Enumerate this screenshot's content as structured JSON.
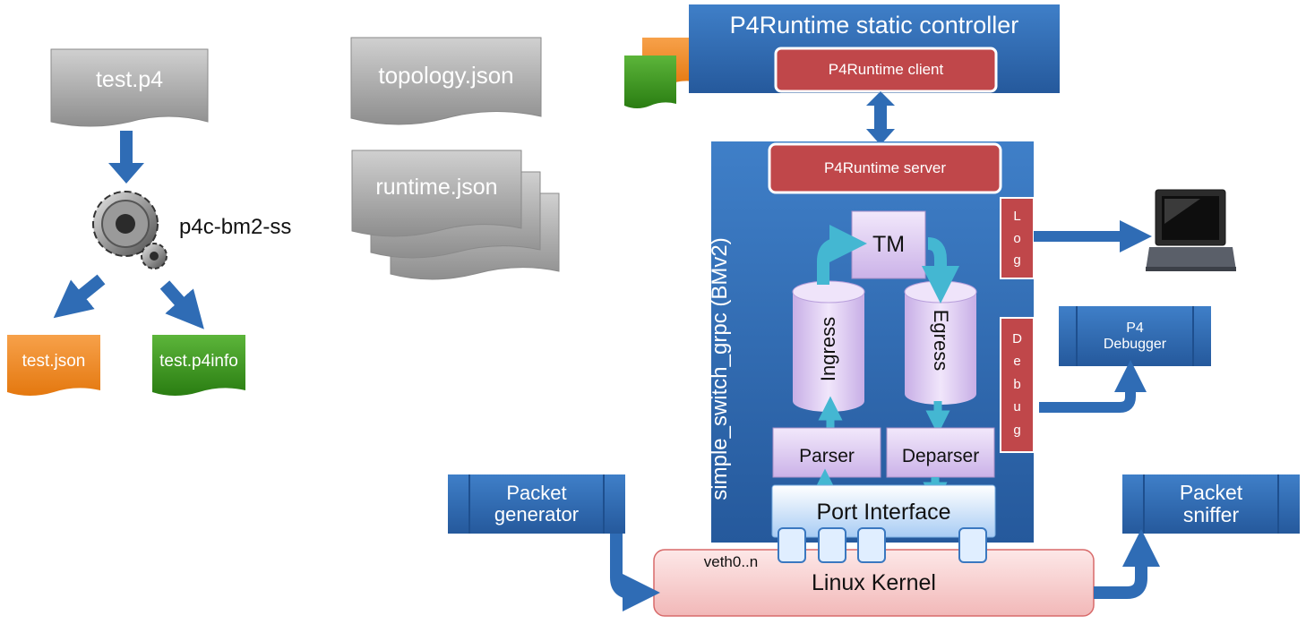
{
  "files": {
    "test_p4": "test.p4",
    "topology": "topology.json",
    "runtime": "runtime.json",
    "test_json": "test.json",
    "test_p4info": "test.p4info"
  },
  "compiler": {
    "label": "p4c-bm2-ss"
  },
  "controller": {
    "title": "P4Runtime static controller",
    "client": "P4Runtime client"
  },
  "switch": {
    "server": "P4Runtime server",
    "name": "simple_switch_grpc  (BMv2)",
    "tm": "TM",
    "ingress": "Ingress",
    "egress": "Egress",
    "parser": "Parser",
    "deparser": "Deparser",
    "port_interface": "Port Interface",
    "log": "Log",
    "debug": "Debug"
  },
  "debugger": {
    "line1": "P4",
    "line2": "Debugger"
  },
  "packet_generator": {
    "line1": "Packet",
    "line2": "generator"
  },
  "packet_sniffer": {
    "line1": "Packet",
    "line2": "sniffer"
  },
  "kernel": {
    "label": "Linux Kernel",
    "veth": "veth0..n"
  },
  "colors": {
    "blue": "#2e6db4",
    "red": "#c0474a",
    "lavender": "#dcc8f0",
    "orange": "#f0861e",
    "green": "#3a9a1e",
    "gray": "#a0a0a0",
    "teal": "#3fb3d0",
    "pink": "#f8d4d4"
  },
  "icons": {
    "gear": "gear-icon",
    "laptop": "laptop-icon"
  }
}
